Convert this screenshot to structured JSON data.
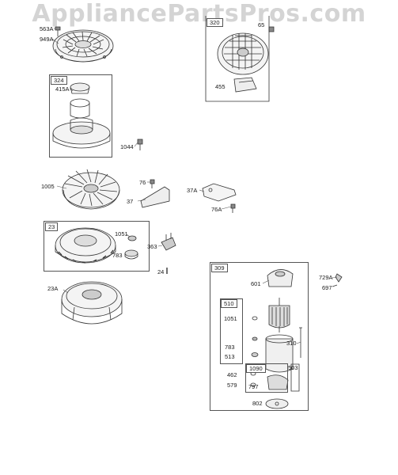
{
  "watermark": "AppliancePartsPros.com",
  "parts": [
    {
      "id": "563A"
    },
    {
      "id": "949A"
    },
    {
      "id": "320"
    },
    {
      "id": "65"
    },
    {
      "id": "455"
    },
    {
      "id": "324"
    },
    {
      "id": "415A"
    },
    {
      "id": "1044"
    },
    {
      "id": "1005"
    },
    {
      "id": "76"
    },
    {
      "id": "37"
    },
    {
      "id": "37A"
    },
    {
      "id": "76A"
    },
    {
      "id": "23"
    },
    {
      "id": "1051"
    },
    {
      "id": "783"
    },
    {
      "id": "363"
    },
    {
      "id": "24"
    },
    {
      "id": "23A"
    },
    {
      "id": "309"
    },
    {
      "id": "601"
    },
    {
      "id": "729A"
    },
    {
      "id": "697"
    },
    {
      "id": "510"
    },
    {
      "id": "1051"
    },
    {
      "id": "310"
    },
    {
      "id": "783"
    },
    {
      "id": "513"
    },
    {
      "id": "1090"
    },
    {
      "id": "462"
    },
    {
      "id": "503"
    },
    {
      "id": "579"
    },
    {
      "id": "797"
    },
    {
      "id": "802"
    }
  ]
}
